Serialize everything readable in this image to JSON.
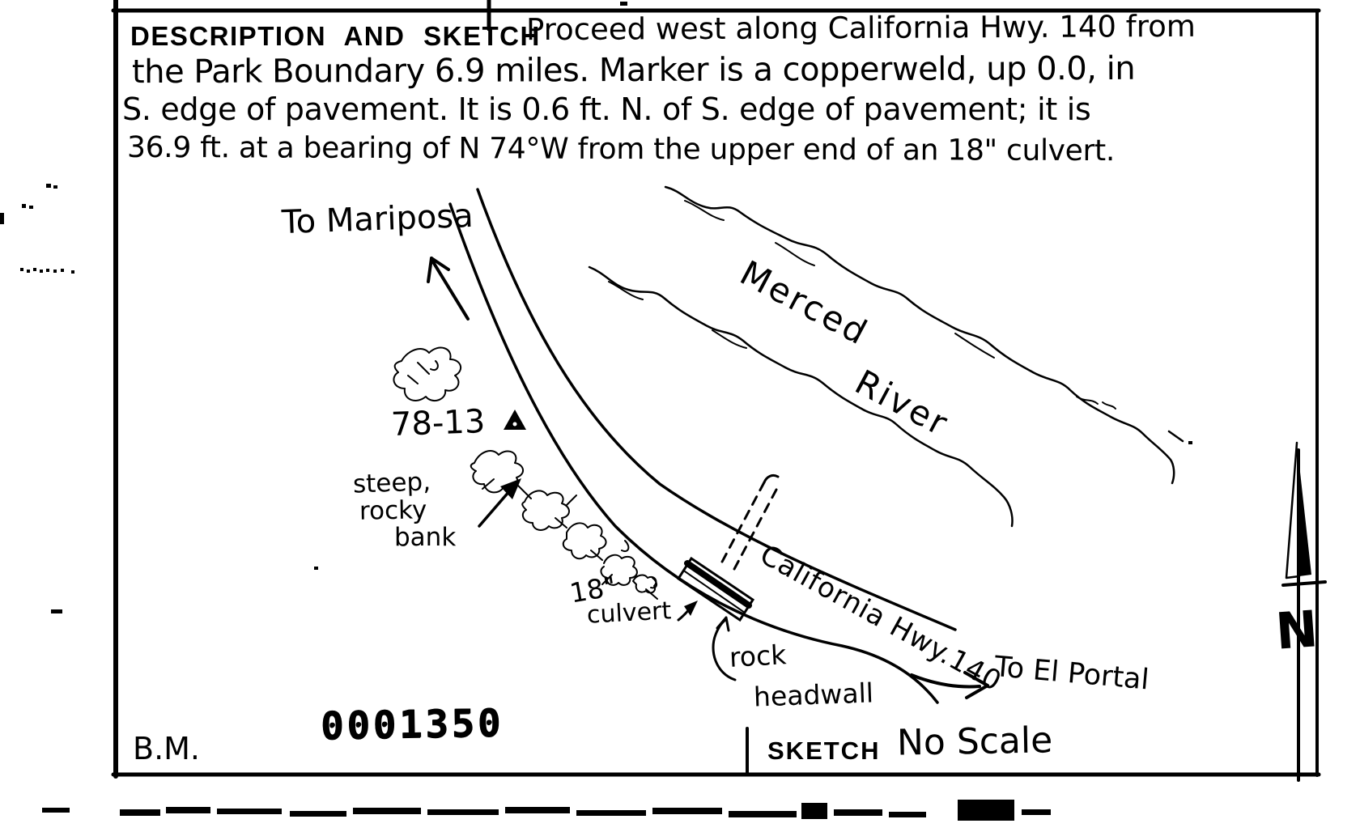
{
  "form": {
    "header_label": "DESCRIPTION AND SKETCH",
    "description_lines": [
      "Proceed west along California Hwy. 140 from",
      "the Park Boundary 6.9 miles. Marker is a copperweld, up 0.0, in",
      "S. edge of pavement. It is 0.6 ft. N. of S. edge of pavement; it is",
      "36.9 ft. at a bearing of N 74°W from the upper end of an 18\" culvert."
    ],
    "footer": {
      "bm_label": "B.M.",
      "stamp_number": "0001350",
      "sketch_label": "SKETCH",
      "scale_note": "No Scale"
    }
  },
  "sketch": {
    "labels": {
      "to_mariposa": "To Mariposa",
      "river_line1": "Merced",
      "river_line2": "River",
      "marker_designation": "78-13",
      "bank_line1": "steep,",
      "bank_line2": "rocky",
      "bank_line3": "bank",
      "culvert_size": "18\"",
      "culvert_word": "culvert",
      "headwall_line1": "rock",
      "headwall_line2": "headwall",
      "highway": "California Hwy.140",
      "to_el_portal": "To El Portal",
      "north_letter": "N"
    },
    "colors": {
      "ink": "#000000",
      "paper": "#ffffff"
    }
  }
}
